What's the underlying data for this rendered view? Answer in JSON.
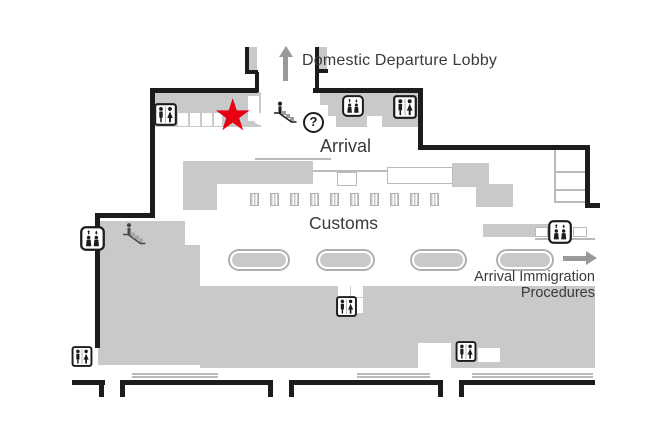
{
  "labels": {
    "domestic_departure_lobby": "Domestic Departure Lobby",
    "arrival": "Arrival",
    "customs": "Customs",
    "arrival_immigration_line1": "Arrival Immigration",
    "arrival_immigration_line2": "Procedures"
  },
  "marker": {
    "current_location_symbol": "★",
    "information_symbol": "?"
  },
  "icon_names": [
    "toilet-icon",
    "elevator-icon",
    "escalator-icon",
    "information-icon",
    "current-location-star",
    "up-arrow-icon",
    "right-arrow-icon"
  ],
  "colors": {
    "wall": "#1c1c1c",
    "floor": "#c8c9cb",
    "line": "#b9babc",
    "arrow": "#98999b",
    "text": "#3a3a3a",
    "accent": "#e60012"
  }
}
